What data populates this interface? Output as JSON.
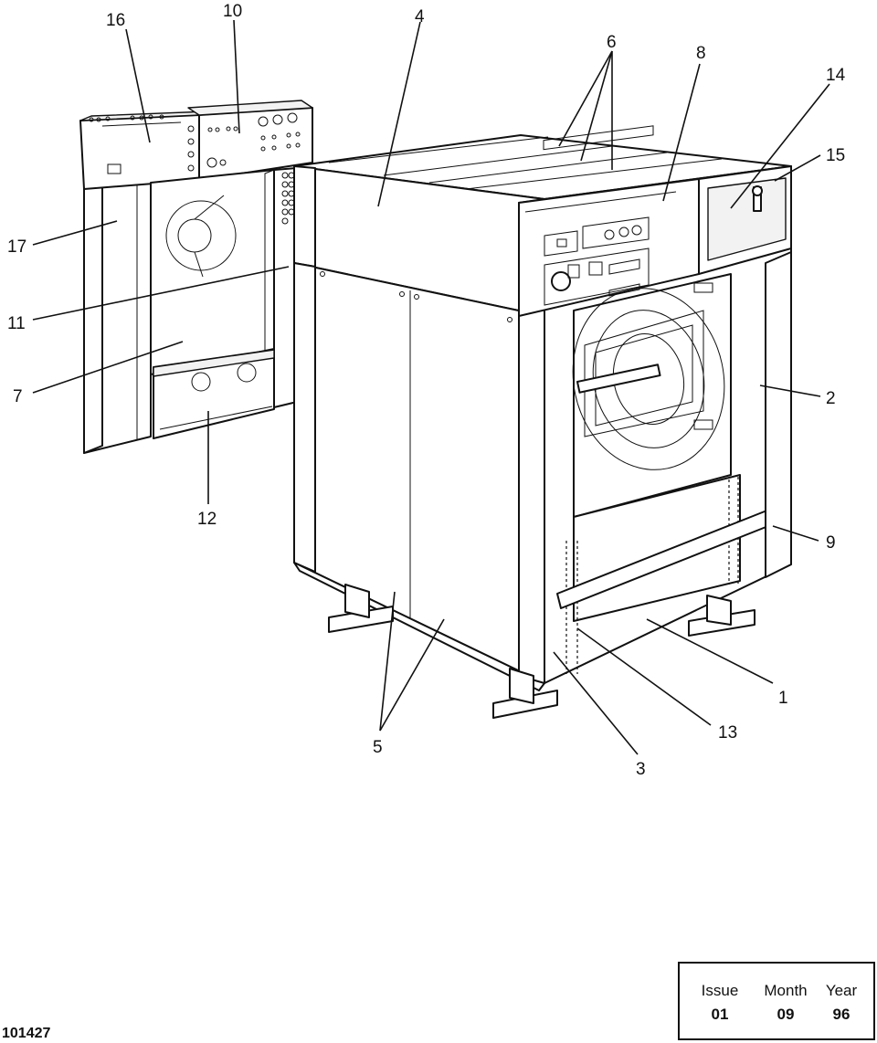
{
  "callouts": [
    "16",
    "10",
    "4",
    "6",
    "8",
    "14",
    "15",
    "17",
    "11",
    "7",
    "2",
    "12",
    "9",
    "1",
    "13",
    "5",
    "3"
  ],
  "drawing_id": "101427",
  "issue_box": {
    "issue_label": "Issue",
    "month_label": "Month",
    "year_label": "Year",
    "issue_value": "01",
    "month_value": "09",
    "year_value": "96"
  }
}
